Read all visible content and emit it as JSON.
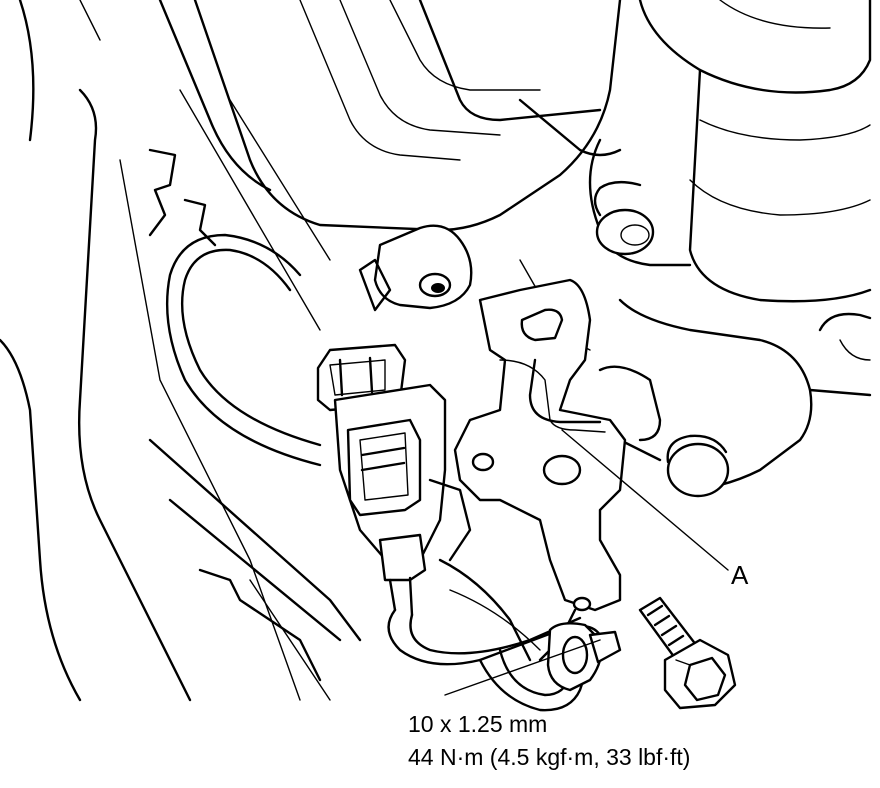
{
  "callouts": {
    "a": "A"
  },
  "bolt_spec": {
    "size": "10 x 1.25 mm",
    "torque": "44 N·m (4.5 kgf·m, 33 lbf·ft)"
  }
}
